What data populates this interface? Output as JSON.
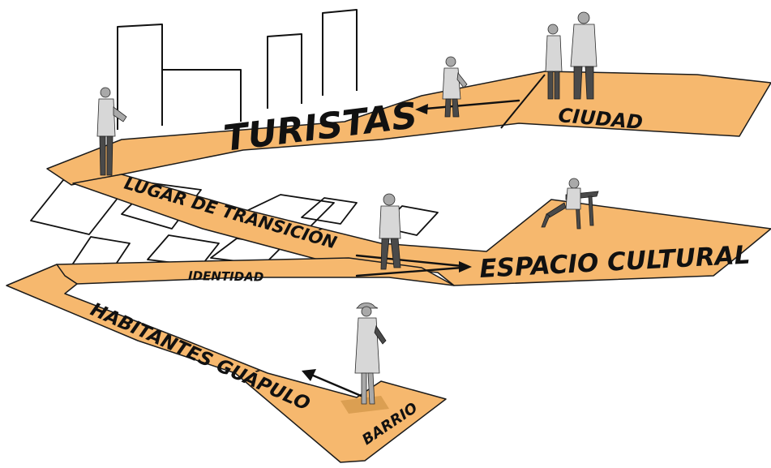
{
  "diagram": {
    "path_color": "#F6B86E",
    "labels": {
      "turistas": "TURISTAS",
      "ciudad": "CIUDAD",
      "lugar_de_transicion": "LUGAR DE TRANSICIÓN",
      "espacio_cultural": "ESPACIO CULTURAL",
      "identidad": "IDENTIDAD",
      "habitantes_guapulo": "HABITANTES GUÁPULO",
      "barrio": "BARRIO"
    },
    "figures": [
      "person-on-turistas-path-icon",
      "couple-in-ciudad-icon",
      "person-with-bag-icon",
      "walking-person-icon",
      "seated-person-on-bench-icon",
      "woman-in-cap-icon"
    ]
  }
}
